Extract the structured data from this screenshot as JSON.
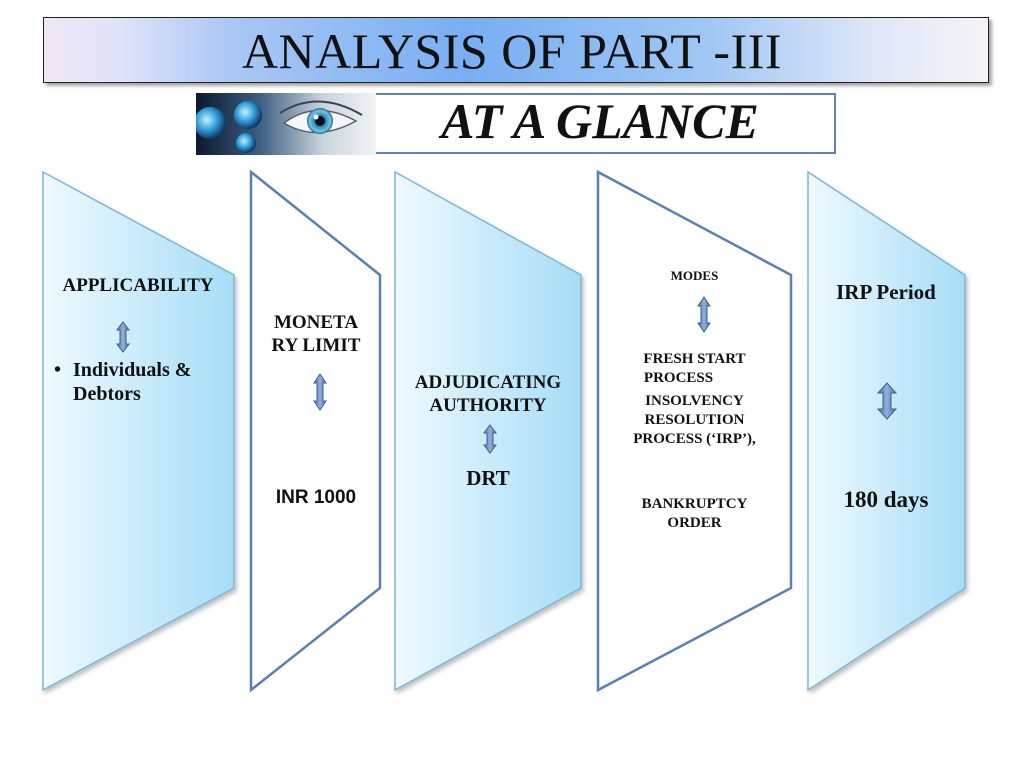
{
  "title": "ANALYSIS OF PART -III",
  "subtitle": "AT A GLANCE",
  "panels": {
    "applicability": {
      "heading": "APPLICABILITY",
      "bullet": "Individuals & Debtors"
    },
    "monetary": {
      "heading_line1": "MONETA",
      "heading_line2": "RY LIMIT",
      "value": "INR 1000"
    },
    "adjudicating": {
      "heading_line1": "ADJUDICATING",
      "heading_line2": "AUTHORITY",
      "value": "DRT"
    },
    "modes": {
      "heading": "MODES",
      "item1_line1": "FRESH START",
      "item1_line2": "PROCESS",
      "item2_line1": "INSOLVENCY",
      "item2_line2": "RESOLUTION",
      "item2_line3": "PROCESS (‘IRP’),",
      "item3_line1": "BANKRUPTCY",
      "item3_line2": "ORDER"
    },
    "irp": {
      "heading": "IRP Period",
      "value": "180 days"
    }
  },
  "colors": {
    "panel_stroke": "#5a80b4",
    "panel_fill_light": "#e9f8fe",
    "panel_fill_dark": "#a4dcf5",
    "arrow_fill": "#6f93c8",
    "arrow_stroke": "#35557f"
  }
}
